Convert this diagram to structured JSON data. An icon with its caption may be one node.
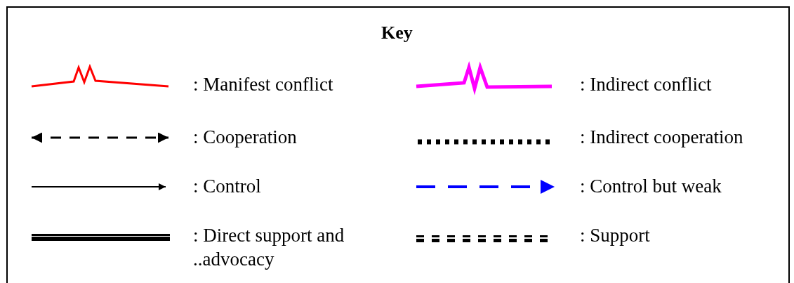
{
  "diagram": {
    "title": "Key",
    "legend": [
      {
        "text": ": Manifest conflict"
      },
      {
        "text": ": Indirect conflict"
      },
      {
        "text": ": Cooperation"
      },
      {
        "text": ": Indirect cooperation"
      },
      {
        "text": ": Control"
      },
      {
        "text": ": Control but weak"
      },
      {
        "text": ": Direct support and ..advocacy"
      },
      {
        "text": ": Support"
      }
    ]
  }
}
